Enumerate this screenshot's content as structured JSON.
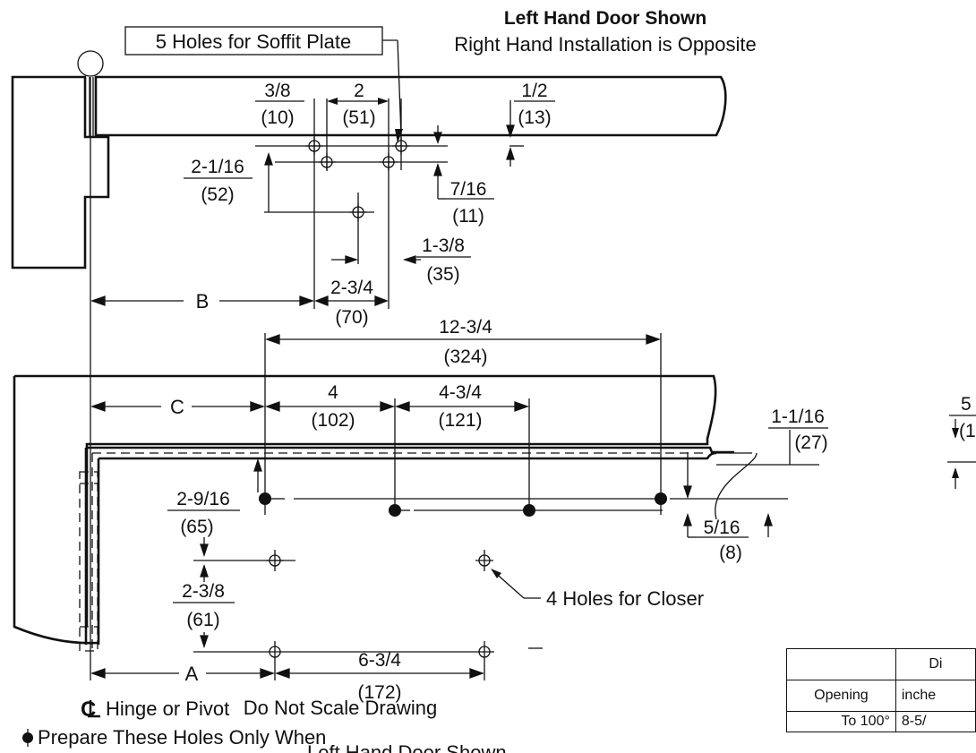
{
  "title": "Left Hand Door Shown",
  "subtitle": "Right Hand Installation is Opposite",
  "soffit_callout": "5 Holes for Soffit Plate",
  "closer_callout": "4 Holes for Closer",
  "hinge_label": "Hinge or Pivot",
  "do_not_scale": "Do Not Scale Drawing",
  "prepare_note": "Prepare These Holes Only When",
  "lower_note": "Left Hand Door Shown",
  "dims": {
    "d3_8": "3/8",
    "d3_8_mm": "(10)",
    "d2": "2",
    "d2_mm": "(51)",
    "d1_2": "1/2",
    "d1_2_mm": "(13)",
    "d2_1_16": "2-1/16",
    "d2_1_16_mm": "(52)",
    "d7_16": "7/16",
    "d7_16_mm": "(11)",
    "d1_3_8": "1-3/8",
    "d1_3_8_mm": "(35)",
    "d2_3_4": "2-3/4",
    "d2_3_4_mm": "(70)",
    "B": "B",
    "d12_3_4": "12-3/4",
    "d12_3_4_mm": "(324)",
    "C": "C",
    "d4": "4",
    "d4_mm": "(102)",
    "d4_3_4": "4-3/4",
    "d4_3_4_mm": "(121)",
    "d1_1_16": "1-1/16",
    "d1_1_16_mm": "(27)",
    "d2_9_16": "2-9/16",
    "d2_9_16_mm": "(65)",
    "d5_16": "5/16",
    "d5_16_mm": "(8)",
    "d2_3_8": "2-3/8",
    "d2_3_8_mm": "(61)",
    "A": "A",
    "d6_3_4": "6-3/4",
    "d6_3_4_mm": "(172)",
    "edge_5": "5",
    "edge_paren": "(1"
  },
  "table": {
    "dim_header": "Di",
    "opening_header": "Opening",
    "units": "inche",
    "row_opening": "To 100°",
    "row_value": "8-5/"
  }
}
